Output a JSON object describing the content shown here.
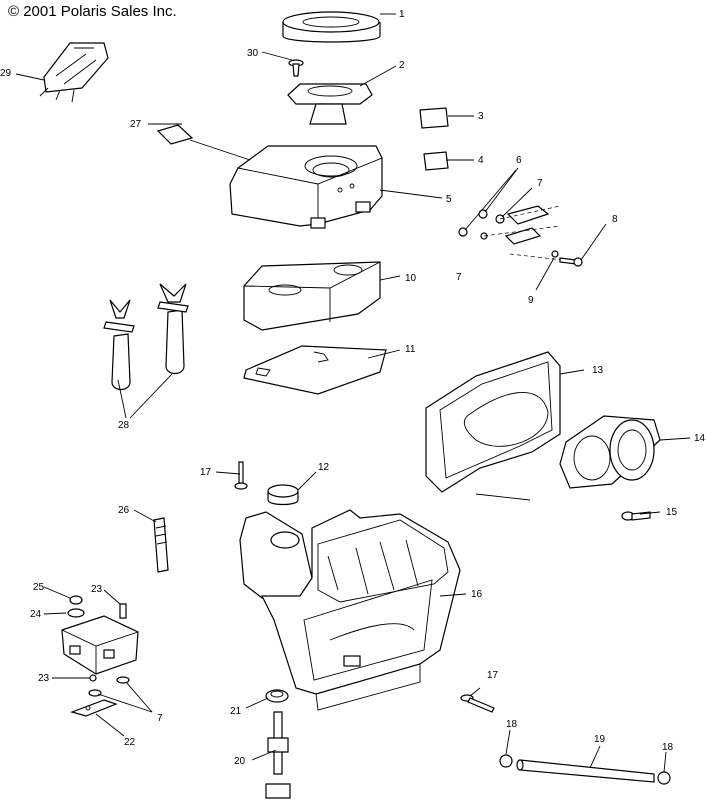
{
  "copyright": "© 2001 Polaris Sales Inc.",
  "callouts": [
    "1",
    "2",
    "3",
    "4",
    "5",
    "6",
    "7",
    "7",
    "8",
    "9",
    "10",
    "11",
    "12",
    "13",
    "14",
    "15",
    "16",
    "17",
    "17",
    "18",
    "18",
    "19",
    "20",
    "21",
    "22",
    "23",
    "23",
    "24",
    "25",
    "26",
    "27",
    "28",
    "29",
    "30",
    "7"
  ]
}
